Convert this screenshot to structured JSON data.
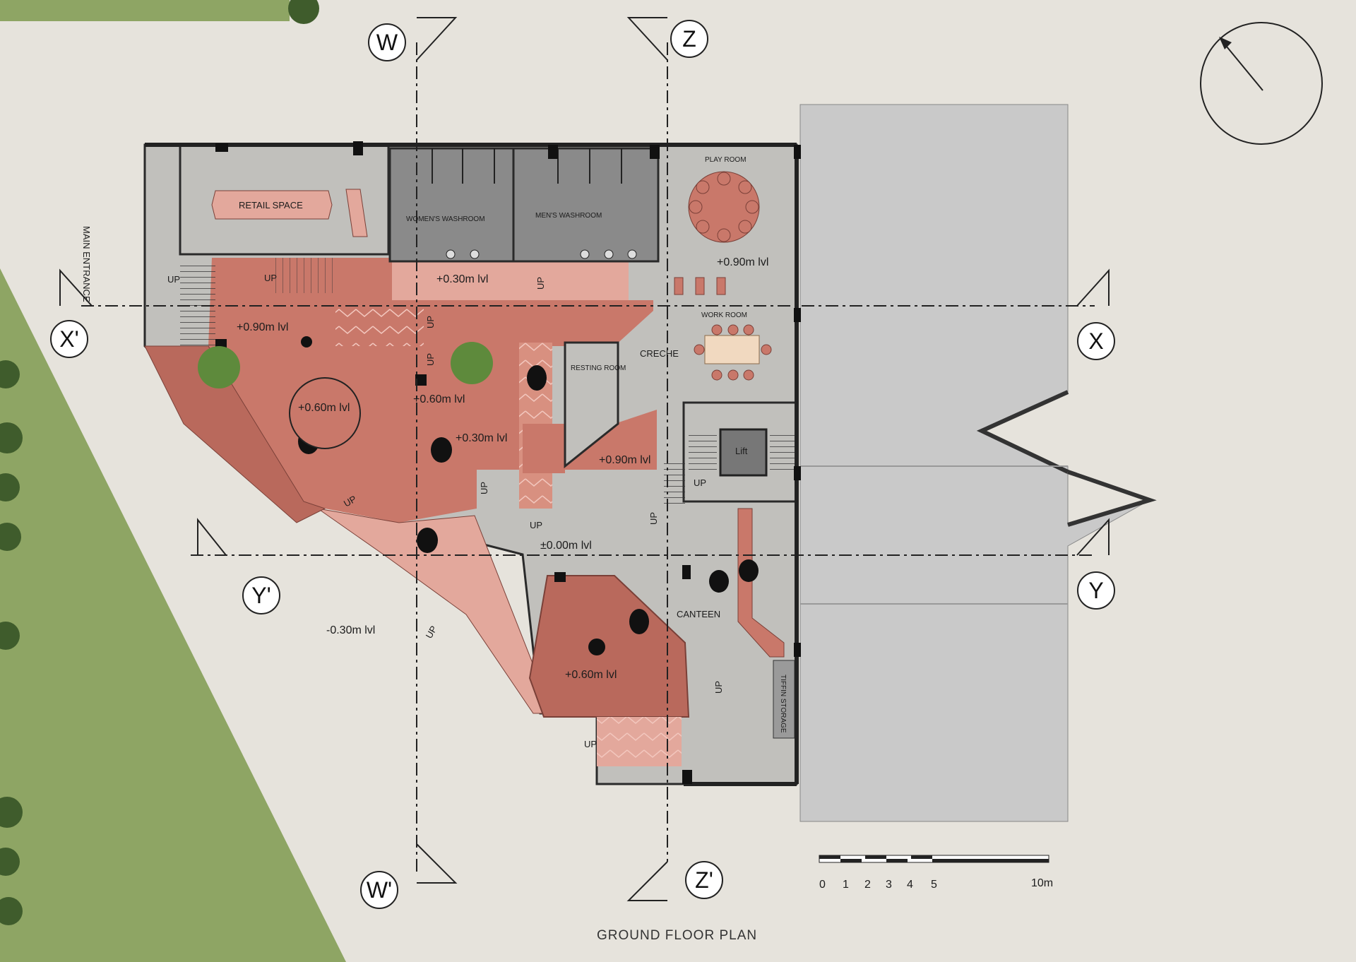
{
  "title": "GROUND FLOOR PLAN",
  "colors": {
    "background": "#e6e3dc",
    "lawn": "#8ea564",
    "floor_grey": "#c1c0bc",
    "terracotta": "#c9786a",
    "terracotta_dark": "#a95a4d",
    "salmon": "#e3a89c",
    "neighbour": "#c9c9c9",
    "wall": "#2a2a2a",
    "tree": "#5e8a3c"
  },
  "axes": {
    "w": "W",
    "w_prime": "W'",
    "z": "Z",
    "z_prime": "Z'",
    "x": "X",
    "x_prime": "X'",
    "y": "Y",
    "y_prime": "Y'"
  },
  "rooms": {
    "retail_space": "RETAIL SPACE",
    "womens_washroom": "WOMEN'S WASHROOM",
    "mens_washroom": "MEN'S WASHROOM",
    "play_room": "PLAY ROOM",
    "work_room": "WORK ROOM",
    "creche": "CRECHE",
    "resting_room": "RESTING ROOM",
    "lift": "Lift",
    "canteen": "CANTEEN",
    "tiffin_storage": "TIFFIN STORAGE",
    "main_entrance": "MAIN ENTRANCE"
  },
  "levels": {
    "lobby_upper": "+0.90m lvl",
    "corridor": "+0.30m lvl",
    "play_room": "+0.90m lvl",
    "circle": "+0.60m lvl",
    "center": "+0.60m lvl",
    "ramp": "+0.30m lvl",
    "creche_low": "+0.90m lvl",
    "ground": "±0.00m lvl",
    "outside": "-0.30m lvl",
    "canteen_platform": "+0.60m lvl"
  },
  "up_label": "UP",
  "scale_bar": {
    "ticks": [
      "0",
      "1",
      "2",
      "3",
      "4",
      "5"
    ],
    "end": "10m"
  }
}
